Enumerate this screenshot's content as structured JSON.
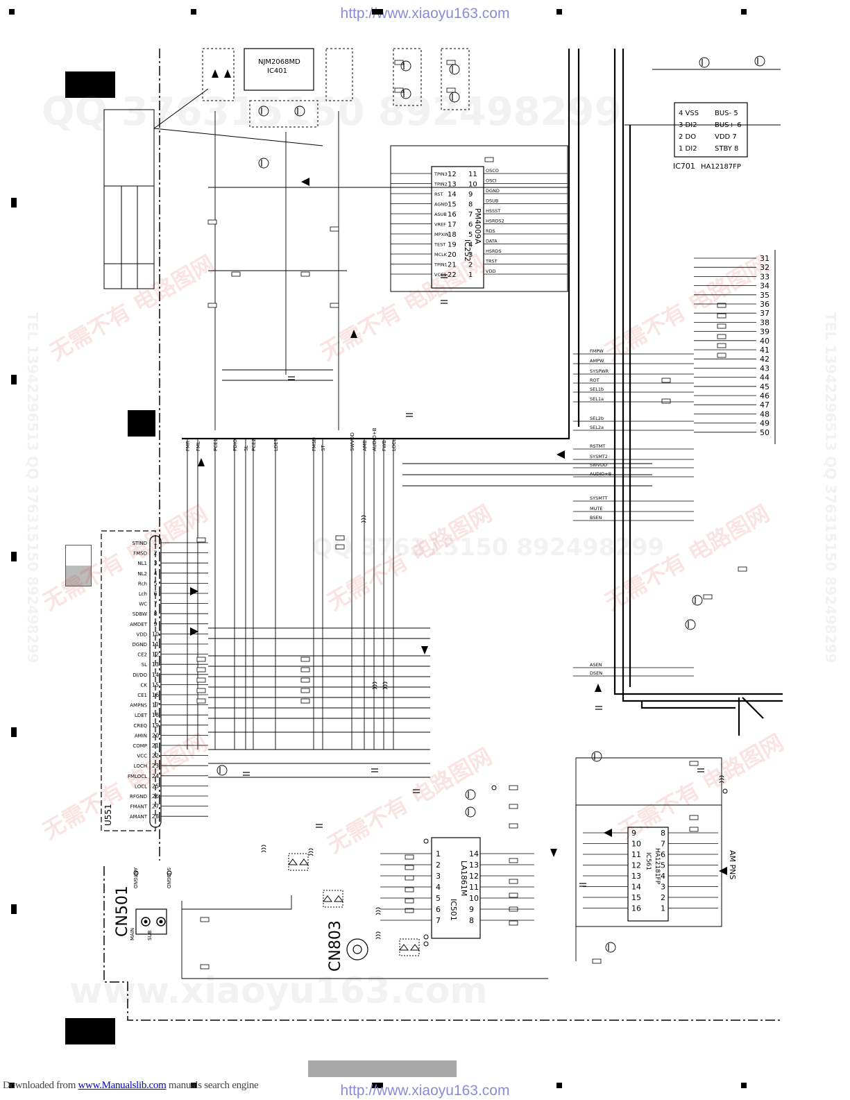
{
  "header": {
    "url_top": "http://www.xiaoyu163.com"
  },
  "footer": {
    "prefix": "Downloaded from",
    "link": "www.Manualslib.com",
    "suffix": " manuals search engine",
    "url_bottom": "http://www.xiaoyu163.com"
  },
  "connector_cn501": {
    "name": "CN501",
    "pins": [
      "ANTGND",
      "SUBGND",
      "MAIN",
      "SUB"
    ]
  },
  "connector_cn803": {
    "name": "CN803"
  },
  "u551": {
    "name": "U551",
    "pins": [
      {
        "n": "1",
        "l": "STIND"
      },
      {
        "n": "2",
        "l": "FMSD"
      },
      {
        "n": "3",
        "l": "NL1"
      },
      {
        "n": "4",
        "l": "NL2"
      },
      {
        "n": "5",
        "l": "Rch"
      },
      {
        "n": "6",
        "l": "Lch"
      },
      {
        "n": "7",
        "l": "WC"
      },
      {
        "n": "8",
        "l": "SDBW"
      },
      {
        "n": "9",
        "l": "AMDET"
      },
      {
        "n": "10",
        "l": "VDD"
      },
      {
        "n": "11",
        "l": "DGND"
      },
      {
        "n": "12",
        "l": "CE2"
      },
      {
        "n": "13",
        "l": "SL"
      },
      {
        "n": "14",
        "l": "DI/DO"
      },
      {
        "n": "15",
        "l": "CK"
      },
      {
        "n": "16",
        "l": "CE1"
      },
      {
        "n": "17",
        "l": "AMPNS"
      },
      {
        "n": "18",
        "l": "LDET"
      },
      {
        "n": "19",
        "l": "CREQ"
      },
      {
        "n": "20",
        "l": "AMIN"
      },
      {
        "n": "21",
        "l": "COMP"
      },
      {
        "n": "22",
        "l": "VCC"
      },
      {
        "n": "23",
        "l": "LOCH"
      },
      {
        "n": "24",
        "l": "FMLOCL"
      },
      {
        "n": "25",
        "l": "LOCL"
      },
      {
        "n": "26",
        "l": "RFGND"
      },
      {
        "n": "27",
        "l": "FMANT"
      },
      {
        "n": "28",
        "l": "AMANT"
      }
    ]
  },
  "ic_labels": {
    "ic252": "IC252",
    "ic252_part": "PM4009A",
    "ic501": "IC501",
    "ic501_part": "LA1861M",
    "ic561": "IC561",
    "ic561_part": "HA12181FP",
    "ic701": "IC701",
    "ic701_part": "HA12187FP",
    "ic401": "IC401",
    "ic401_part": "NJM2068MD",
    "am_pns": "AM PNS"
  },
  "ic252_left_pins": [
    {
      "n": "12",
      "l": "TPIN3"
    },
    {
      "n": "13",
      "l": "TPIN2"
    },
    {
      "n": "14",
      "l": "RST"
    },
    {
      "n": "15",
      "l": "AGND"
    },
    {
      "n": "16",
      "l": "ASUB"
    },
    {
      "n": "17",
      "l": "VREF"
    },
    {
      "n": "18",
      "l": "MPXIN"
    },
    {
      "n": "19",
      "l": "TEST"
    },
    {
      "n": "20",
      "l": "MCLK"
    },
    {
      "n": "21",
      "l": "TPIN1"
    },
    {
      "n": "22",
      "l": "VCC1"
    }
  ],
  "ic252_right_pins": [
    {
      "n": "11",
      "l": "OSCO"
    },
    {
      "n": "10",
      "l": "OSCI"
    },
    {
      "n": "9",
      "l": "DGND"
    },
    {
      "n": "8",
      "l": "DSUB"
    },
    {
      "n": "7",
      "l": "HSSST"
    },
    {
      "n": "6",
      "l": "HSRDS2"
    },
    {
      "n": "5",
      "l": "RDS"
    },
    {
      "n": "4",
      "l": "DATA"
    },
    {
      "n": "3",
      "l": "HSRDS"
    },
    {
      "n": "2",
      "l": "TRST"
    },
    {
      "n": "1",
      "l": "VDD"
    }
  ],
  "ic701_pins": [
    {
      "l": "4 VSS",
      "r": "BUS- 5"
    },
    {
      "l": "3 DI2",
      "r": "BUS+ 6"
    },
    {
      "l": "2 DO",
      "r": "VDD 7"
    },
    {
      "l": "1 DI2",
      "r": "STBY 8"
    }
  ],
  "right_bus_pins": [
    "31",
    "32",
    "33",
    "34",
    "35",
    "36",
    "37",
    "38",
    "39",
    "40",
    "41",
    "42",
    "43",
    "44",
    "45",
    "46",
    "47",
    "48",
    "49",
    "50"
  ],
  "bus_signals": [
    "FMR",
    "FML",
    "PCE1",
    "PDIO",
    "SL",
    "PCE2",
    "LDET",
    "FMSD",
    "ST",
    "SWVDD",
    "AMB",
    "FWB",
    "AUDIO+B",
    "LOCL"
  ],
  "right_signals": [
    "FMPW",
    "AMPW",
    "SYSPWR",
    "ROT",
    "SEL1b",
    "SEL1a",
    "SEL2b",
    "SEL2a",
    "RSTMT",
    "SYSMT2",
    "SWVDD",
    "AUDIO+B",
    "SYSMTT",
    "MUTE",
    "BSEN",
    "ASEN",
    "DSEN"
  ],
  "watermark": {
    "qq": "QQ 376315150  892498299",
    "tel": "TEL 13942296513  QQ 376315150 892498299",
    "cn": "无需不有 电路图网",
    "site": "www.xiaoyu163.com"
  }
}
